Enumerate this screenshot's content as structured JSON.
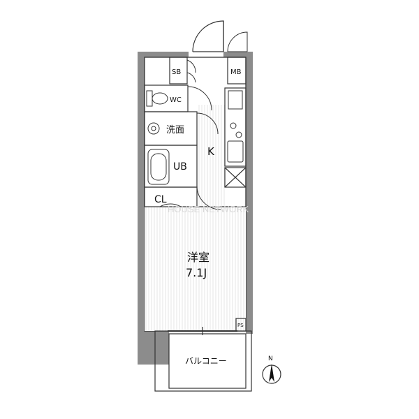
{
  "rooms": {
    "sb": "SB",
    "mb": "MB",
    "wc": "WC",
    "washroom": "洗面",
    "kitchen": "K",
    "bath": "UB",
    "closet": "CL",
    "western_room": "洋室",
    "western_room_size": "7.1J",
    "ps": "PS",
    "balcony": "バルコニー"
  },
  "compass": {
    "label": "N"
  },
  "watermark": "HOUSE NETWORK",
  "colors": {
    "wall": "#8c8c8c",
    "line": "#333333",
    "floor_stripe": "#e6e6e6"
  }
}
